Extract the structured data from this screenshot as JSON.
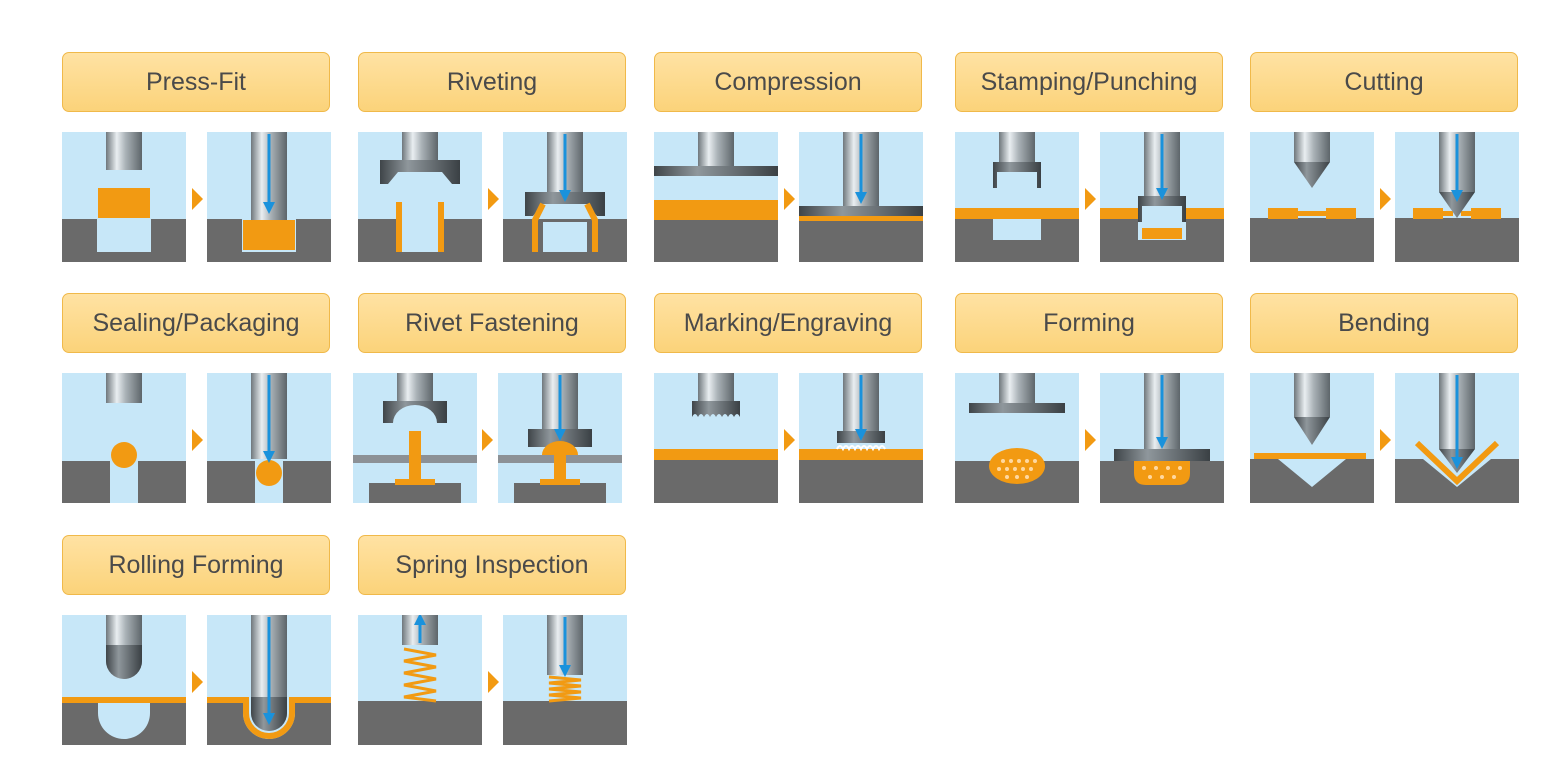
{
  "processes": [
    {
      "id": "press-fit",
      "label": "Press-Fit"
    },
    {
      "id": "riveting",
      "label": "Riveting"
    },
    {
      "id": "compression",
      "label": "Compression"
    },
    {
      "id": "stamping",
      "label": "Stamping/Punching"
    },
    {
      "id": "cutting",
      "label": "Cutting"
    },
    {
      "id": "sealing",
      "label": "Sealing/Packaging"
    },
    {
      "id": "rivet-fastening",
      "label": "Rivet Fastening"
    },
    {
      "id": "marking",
      "label": "Marking/Engraving"
    },
    {
      "id": "forming",
      "label": "Forming"
    },
    {
      "id": "bending",
      "label": "Bending"
    },
    {
      "id": "rolling",
      "label": "Rolling Forming"
    },
    {
      "id": "spring",
      "label": "Spring Inspection"
    }
  ],
  "colors": {
    "sky": "#c7e7f8",
    "ground": "#6a6a6a",
    "workpiece": "#f29a12",
    "tool": "#a4acb1",
    "force_arrow": "#1a92dc",
    "label_bg": "#fdd98a",
    "label_border": "#f0b94a"
  }
}
